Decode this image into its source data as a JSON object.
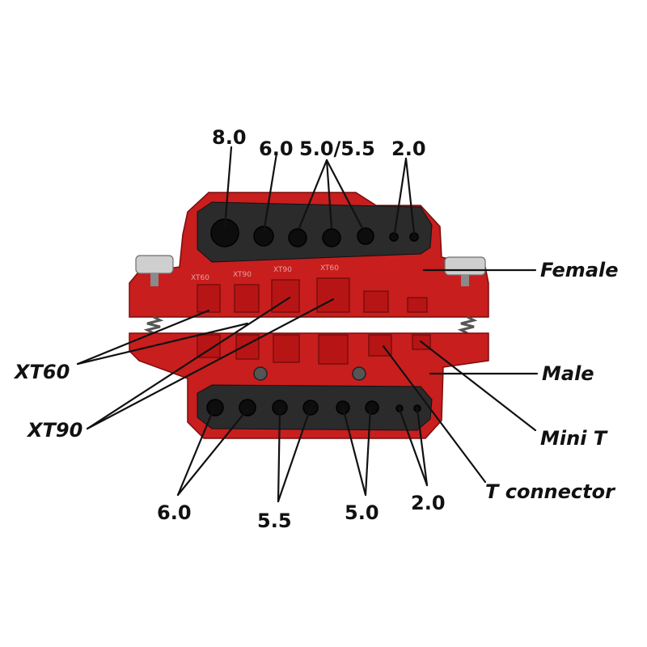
{
  "labels": {
    "top_8_0": "8.0",
    "top_6_0": "6.0",
    "top_5_0_5_5": "5.0/5.5",
    "top_2_0": "2.0",
    "female": "Female",
    "male": "Male",
    "mini_t": "Mini T",
    "t_connector": "T connector",
    "xt60": "XT60",
    "xt90": "XT90",
    "bottom_6_0": "6.0",
    "bottom_5_5": "5.5",
    "bottom_5_0": "5.0",
    "bottom_2_0": "2.0"
  },
  "colors": {
    "die_red": "#c81e1e",
    "rubber_insert": "#2b2b2b",
    "label_text": "#111111"
  },
  "icons": {
    "adjust_screw_left": "screw-icon",
    "adjust_screw_right": "screw-icon"
  }
}
